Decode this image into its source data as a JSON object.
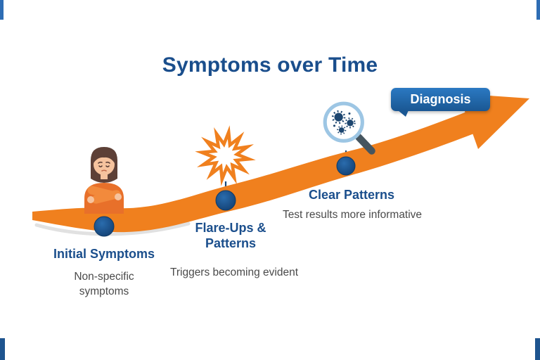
{
  "title": "Symptoms over Time",
  "diagnosis": {
    "label": "Diagnosis"
  },
  "milestones": [
    {
      "label": "Initial Symptoms",
      "sublabel": "Non-specific symptoms",
      "icon": "patient-woman-icon"
    },
    {
      "label": "Flare-Ups & Patterns",
      "sublabel": "Triggers becoming evident",
      "icon": "starburst-icon"
    },
    {
      "label": "Clear Patterns",
      "sublabel": "Test results more informative",
      "icon": "magnifier-virus-icon"
    }
  ],
  "icons": [
    "patient-woman-icon",
    "starburst-icon",
    "magnifier-virus-icon",
    "trend-arrow",
    "milestone-node",
    "diagnosis-badge"
  ],
  "colors": {
    "title_blue": "#1A4E8C",
    "arrow_orange": "#F0801E",
    "node_blue": "#15508C",
    "badge_blue_top": "#2B79C2",
    "badge_blue_bottom": "#1A5793",
    "sublabel_gray": "#4A4A4A",
    "edge_bar_blue": "#2E6DB4"
  }
}
